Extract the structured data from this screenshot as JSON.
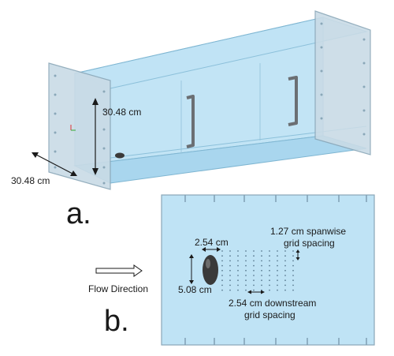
{
  "panel_a": {
    "label": "a.",
    "height_dim": "30.48 cm",
    "width_dim": "30.48 cm"
  },
  "panel_b": {
    "label": "b.",
    "flow_label": "Flow Direction",
    "diameter_dim": "2.54 cm",
    "length_dim": "5.08 cm",
    "spanwise_line1": "1.27 cm spanwise",
    "spanwise_line2": "grid spacing",
    "downstream_line1": "2.54 cm downstream",
    "downstream_line2": "grid spacing"
  },
  "colors": {
    "tank_fill": "#bfe3f5",
    "tank_edge": "#7fb6d2",
    "flange": "#c9dbe6",
    "handle": "#6b6f73",
    "grid_dot": "#5f7f95",
    "model_body": "#3a3a3a"
  }
}
